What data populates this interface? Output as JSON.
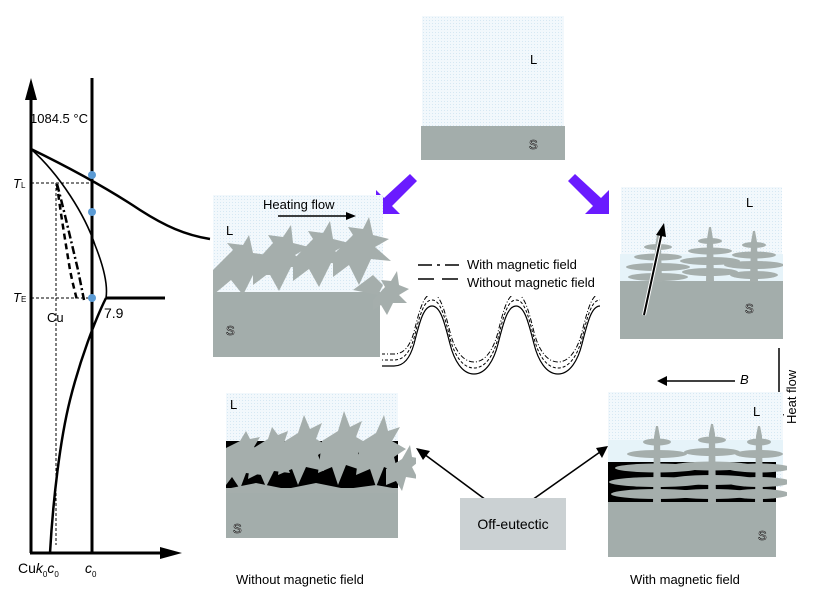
{
  "phase_diagram": {
    "temperature_label": "1084.5 °C",
    "tl_label": "T",
    "tl_sub": "L",
    "te_label": "T",
    "te_sub": "E",
    "cu_label": "Cu",
    "eutectic_value": "7.9",
    "x_origin_label": "Cu",
    "x_k0c0_label": "k",
    "x_k0c0_sub": "0",
    "x_k0c0_c": "c",
    "x_k0c0_c_sub": "0",
    "x_c0_label": "c",
    "x_c0_sub": "0",
    "marker_color": "#5b9bd5"
  },
  "initial_state": {
    "liquid_label": "L",
    "solid_label": "S"
  },
  "top_left_panel": {
    "heating_flow_label": "Heating flow",
    "liquid_label": "L",
    "solid_label": "S"
  },
  "top_right_panel": {
    "liquid_label": "L",
    "solid_label": "S"
  },
  "legend": {
    "with_field": "With magnetic field",
    "without_field": "Without magnetic field"
  },
  "bottom_left_panel": {
    "liquid_label": "L",
    "solid_label": "S",
    "caption": "Without magnetic field"
  },
  "bottom_right_panel": {
    "liquid_label": "L",
    "solid_label": "S",
    "caption": "With magnetic field",
    "b_label": "B",
    "heat_flow_label": "Heat flow"
  },
  "off_eutectic_label": "Off-eutectic",
  "colors": {
    "arrow_purple": "#6a1bff",
    "solid_gray": "#a3adab",
    "dendrite_gray": "#a5aeac",
    "liquid_blue": "#eaf4fa",
    "box_gray": "#cbd1d3"
  }
}
